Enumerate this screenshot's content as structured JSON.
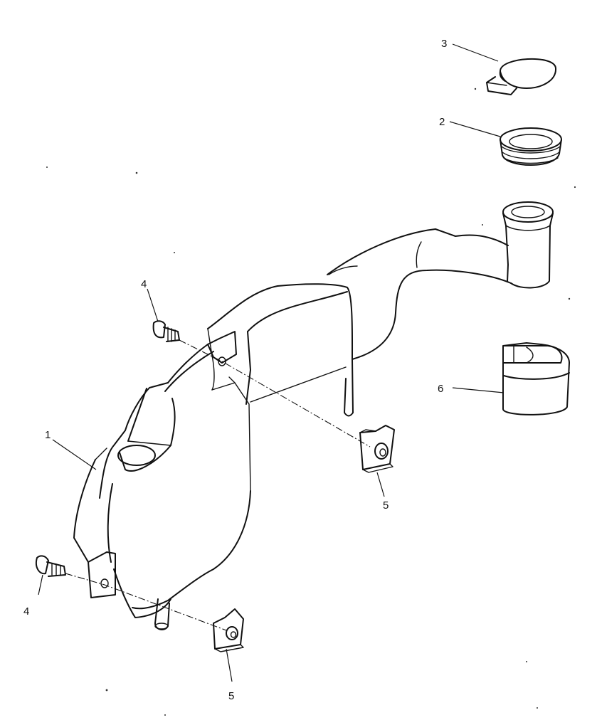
{
  "callouts": {
    "tank": "1",
    "cap_seal": "2",
    "filler_cap": "3",
    "bolt_upper": "4",
    "bolt_lower": "4",
    "clip_nut_upper": "5",
    "clip_nut_lower": "5",
    "clamp_band": "6"
  },
  "colors": {
    "line": "#111111",
    "background": "#ffffff"
  }
}
